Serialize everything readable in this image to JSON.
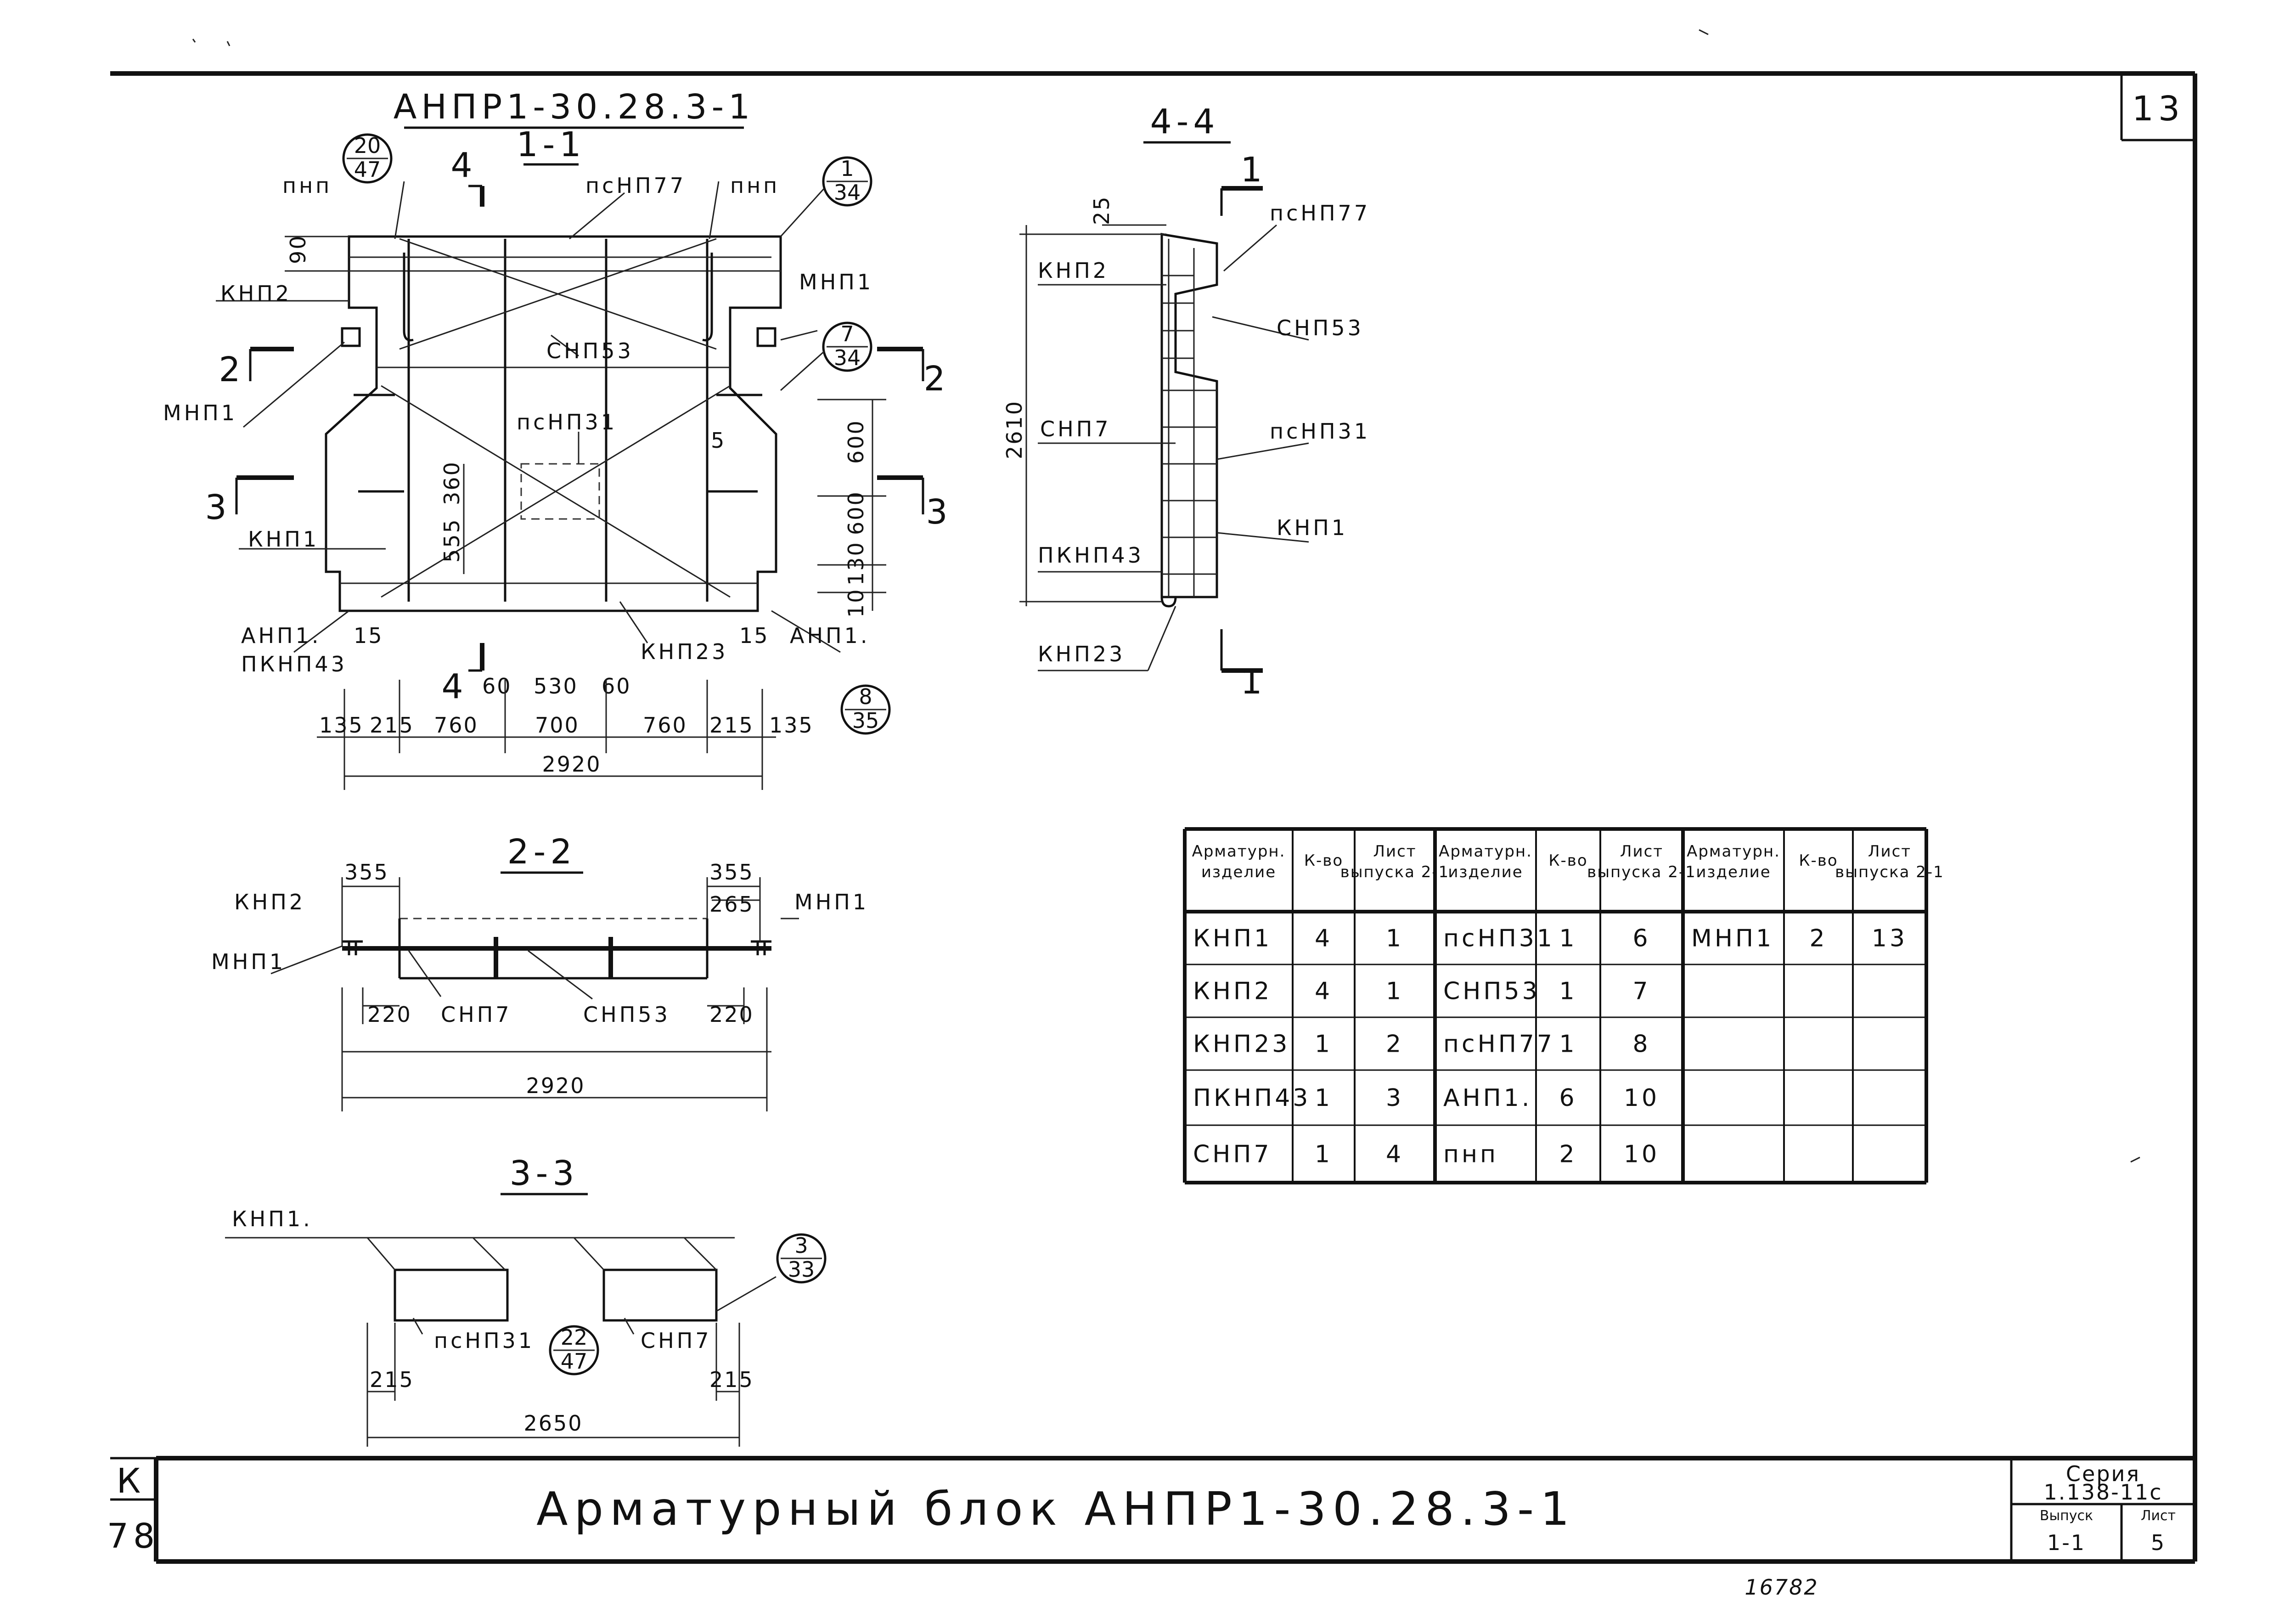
{
  "sheet": {
    "number": "13",
    "title": "Арматурный блок АНПР1-30.28.3-1",
    "corner_left_top": "К",
    "corner_left_bottom": "78",
    "stamp": {
      "series_label": "Серия",
      "series_value": "1.138-11с",
      "issue_label": "Выпуск",
      "issue_value": "1-1",
      "sheet_label": "Лист",
      "sheet_value": "5"
    },
    "bottom_note": "16782"
  },
  "view_1_1": {
    "block_name": "АНПР1-30.28.3-1",
    "section_title": "1-1",
    "labels": {
      "pnp_left": "пнп",
      "psnp77": "псНП77",
      "pnp_right": "пнп",
      "knp2": "КНП2",
      "mnp1_left": "МНП1",
      "mnp1_right": "МНП1",
      "snp53": "СНП53",
      "psnp31": "псНП31",
      "knp1": "КНП1",
      "anp1_left": "АНП1.",
      "pknp43": "ПКНП43",
      "knp23": "КНП23",
      "anp1_right": "АНП1."
    },
    "bubbles": [
      {
        "top": "20",
        "bottom": "47"
      },
      {
        "top": "1",
        "bottom": "34"
      },
      {
        "top": "7",
        "bottom": "34"
      },
      {
        "top": "8",
        "bottom": "35"
      }
    ],
    "section_marks": {
      "s4": "4",
      "s2": "2",
      "s3": "3"
    },
    "dims_vertical": [
      "90",
      "600",
      "600",
      "130",
      "10",
      "555",
      "360",
      "5"
    ],
    "dims_small": [
      "15",
      "15",
      "60",
      "530",
      "60"
    ],
    "dims_bottom": [
      "135",
      "215",
      "760",
      "700",
      "760",
      "215",
      "135"
    ],
    "total": "2920"
  },
  "view_4_4": {
    "section_title": "4-4",
    "cut_mark": "1",
    "labels": {
      "psnp77": "псНП77",
      "knp2": "КНП2",
      "snp53": "СНП53",
      "snp7": "СНП7",
      "psnp31": "псНП31",
      "knp1": "КНП1",
      "pknp43": "ПКНП43",
      "knp23": "КНП23"
    },
    "dims": {
      "top": "25",
      "height": "2610"
    }
  },
  "view_2_2": {
    "section_title": "2-2",
    "labels": {
      "knp2": "КНП2",
      "mnp1_left": "МНП1",
      "mnp1_right": "МНП1",
      "snp7": "СНП7",
      "snp53": "СНП53"
    },
    "dims": {
      "left_top": "355",
      "right_top": "355",
      "right_inner": "265",
      "left_bottom": "220",
      "right_bottom": "220",
      "total": "2920"
    }
  },
  "view_3_3": {
    "section_title": "3-3",
    "labels": {
      "knp1": "КНП1.",
      "psnp31": "псНП31",
      "snp7": "СНП7"
    },
    "bubbles": [
      {
        "top": "3",
        "bottom": "33"
      },
      {
        "top": "22",
        "bottom": "47"
      }
    ],
    "dims": {
      "left": "215",
      "right": "215",
      "total": "2650"
    }
  },
  "spec_table": {
    "headers": [
      [
        "Арматурн. изделие",
        "К-во",
        "Лист выпуска 2-1"
      ],
      [
        "Арматурн. изделие",
        "К-во",
        "Лист выпуска 2-1"
      ],
      [
        "Арматурн. изделие",
        "К-во",
        "Лист выпуска 2-1"
      ]
    ],
    "rows": [
      [
        "КНП1",
        "4",
        "1",
        "псНП31",
        "1",
        "6",
        "МНП1",
        "2",
        "13"
      ],
      [
        "КНП2",
        "4",
        "1",
        "СНП53",
        "1",
        "7",
        "",
        "",
        ""
      ],
      [
        "КНП23",
        "1",
        "2",
        "псНП77",
        "1",
        "8",
        "",
        "",
        ""
      ],
      [
        "ПКНП43",
        "1",
        "3",
        "АНП1.",
        "6",
        "10",
        "",
        "",
        ""
      ],
      [
        "СНП7",
        "1",
        "4",
        "пнп",
        "2",
        "10",
        "",
        "",
        ""
      ]
    ]
  }
}
